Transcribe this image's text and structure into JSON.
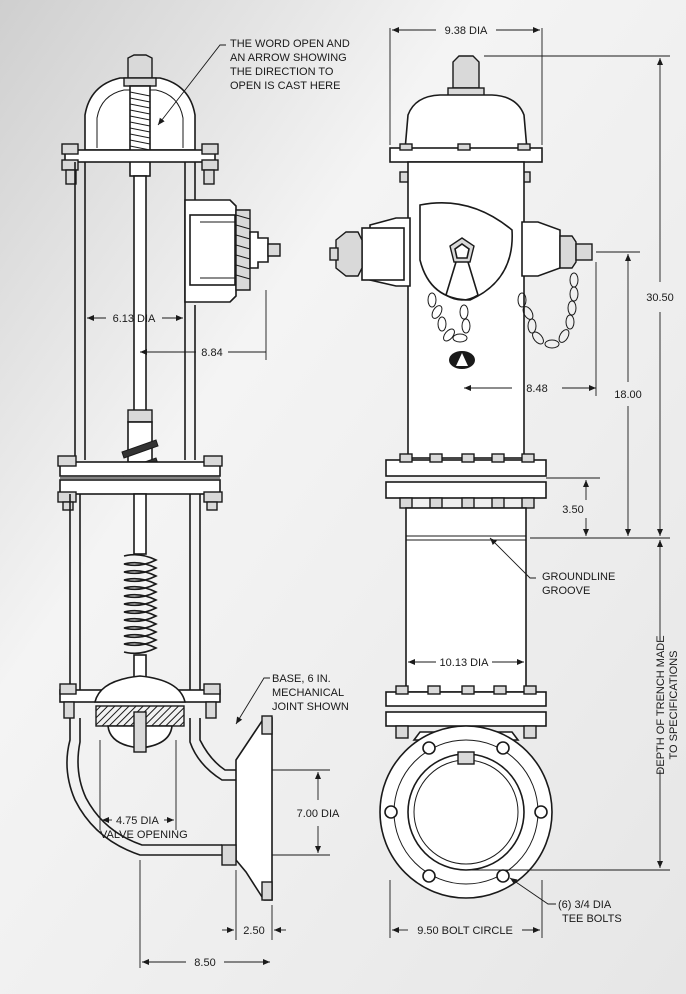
{
  "notes": {
    "open_cast_lines": [
      "THE WORD OPEN AND",
      "AN ARROW SHOWING",
      "THE DIRECTION TO",
      "OPEN IS CAST HERE"
    ],
    "base_lines": [
      "BASE, 6 IN.",
      "MECHANICAL",
      "JOINT SHOWN"
    ],
    "groundline_lines": [
      "GROUNDLINE",
      "GROOVE"
    ],
    "tee_bolts_lines": [
      "(6) 3/4 DIA",
      "TEE BOLTS"
    ],
    "valve_lines": [
      "4.75 DIA",
      "VALVE OPENING"
    ],
    "trench_lines": [
      "DEPTH OF TRENCH MADE",
      "TO SPECIFICATIONS"
    ]
  },
  "dimensions": {
    "bonnet_dia": "9.38 DIA",
    "barrel_dia": "6.13 DIA",
    "side_nozzle": "8.84",
    "overall_height": "30.50",
    "nozzle_height": "18.00",
    "front_nozzle": "8.48",
    "flange_gap": "3.50",
    "lower_barrel_dia": "10.13 DIA",
    "inlet_dia": "7.00 DIA",
    "flange_width": "2.50",
    "base_length": "8.50",
    "bolt_circle": "9.50 BOLT CIRCLE"
  },
  "icons": [
    "hydrant-section-drawing",
    "hydrant-front-drawing",
    "logo-mark"
  ]
}
